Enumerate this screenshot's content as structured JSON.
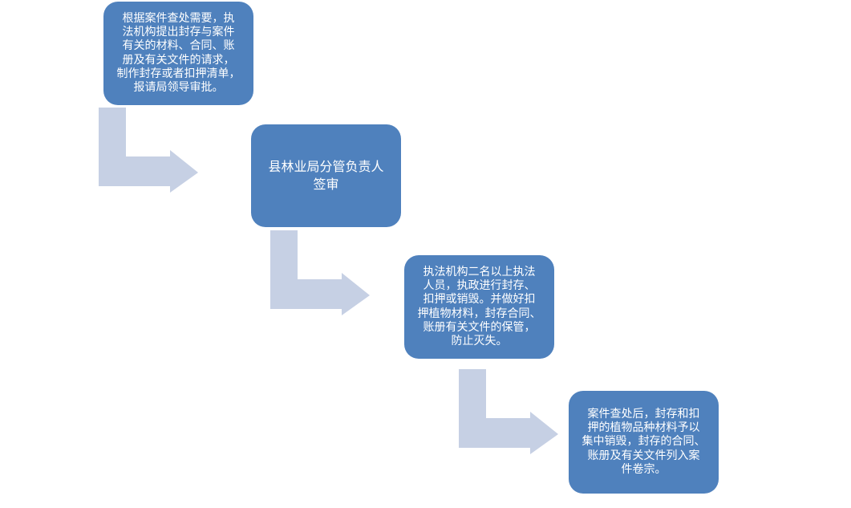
{
  "diagram": {
    "steps": [
      {
        "text": "根据案件查处需要，执\n法机构提出封存与案件\n有关的材料、合同、账\n册及有关文件的请求，\n制作封存或者扣押清单，\n报请局领导审批。"
      },
      {
        "text": "县林业局分管负责人\n签审"
      },
      {
        "text": "执法机构二名以上执法\n人员，执政进行封存、\n扣押或销毁。并做好扣\n押植物材料，封存合同、\n账册有关文件的保管，\n防止灭失。"
      },
      {
        "text": "案件查处后，封存和扣\n押的植物品种材料予以\n集中销毁，封存的合同、\n账册及有关文件列入案\n件卷宗。"
      }
    ],
    "colors": {
      "box_fill": "#4f81bd",
      "box_text": "#ffffff",
      "connector_fill": "#c6d0e4"
    }
  }
}
